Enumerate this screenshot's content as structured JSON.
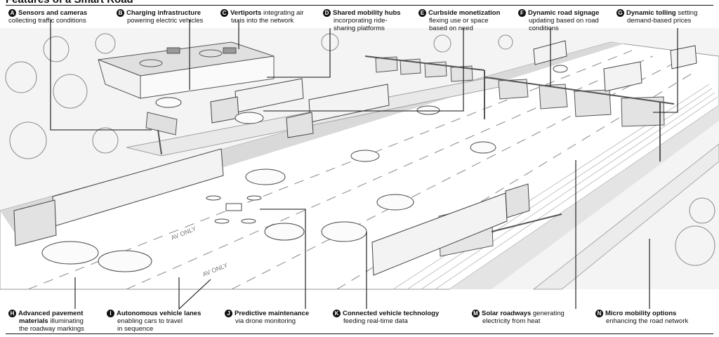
{
  "title": "Features of a Smart Road",
  "top_callouts": [
    {
      "letter": "A",
      "bold": "Sensors and cameras",
      "rest": "",
      "lines": [
        "collecting traffic conditions"
      ]
    },
    {
      "letter": "B",
      "bold": "Charging infrastructure",
      "rest": "",
      "lines": [
        "powering electric vehicles"
      ]
    },
    {
      "letter": "C",
      "bold": "Vertiports",
      "rest": " integrating air",
      "lines": [
        "taxis into the network"
      ]
    },
    {
      "letter": "D",
      "bold": "Shared mobility hubs",
      "rest": "",
      "lines": [
        "incorporating ride-",
        "sharing platforms"
      ]
    },
    {
      "letter": "E",
      "bold": "Curbside monetization",
      "rest": "",
      "lines": [
        "flexing use or space",
        "based on need"
      ]
    },
    {
      "letter": "F",
      "bold": "Dynamic road signage",
      "rest": "",
      "lines": [
        "updating based on road",
        "conditions"
      ]
    },
    {
      "letter": "G",
      "bold": "Dynamic tolling",
      "rest": " setting",
      "lines": [
        "demand-based prices"
      ]
    }
  ],
  "bottom_callouts": [
    {
      "letter": "H",
      "bold": "Advanced pavement",
      "rest": "",
      "bold2": "materials",
      "rest2": " illuminating",
      "lines": [
        "the roadway markings"
      ]
    },
    {
      "letter": "I",
      "bold": "Autonomous vehicle lanes",
      "rest": "",
      "lines": [
        "enabling cars to travel",
        "in sequence"
      ]
    },
    {
      "letter": "J",
      "bold": "Predictive maintenance",
      "rest": "",
      "lines": [
        "via drone monitoring"
      ]
    },
    {
      "letter": "K",
      "bold": "Connected vehicle technology",
      "rest": "",
      "lines": [
        "feeding real-time data"
      ]
    },
    {
      "letter": "M",
      "bold": "Solar roadways",
      "rest": " generating",
      "lines": [
        "electricity from heat"
      ]
    },
    {
      "letter": "N",
      "bold": "Micro mobility options",
      "rest": "",
      "lines": [
        "enhancing the road network"
      ]
    }
  ],
  "lane_markings": [
    "AV ONLY",
    "AV ONLY"
  ],
  "colors": {
    "ink": "#111111",
    "line_art": "#555555",
    "shade": "#c9c9c9",
    "light": "#ececec"
  }
}
